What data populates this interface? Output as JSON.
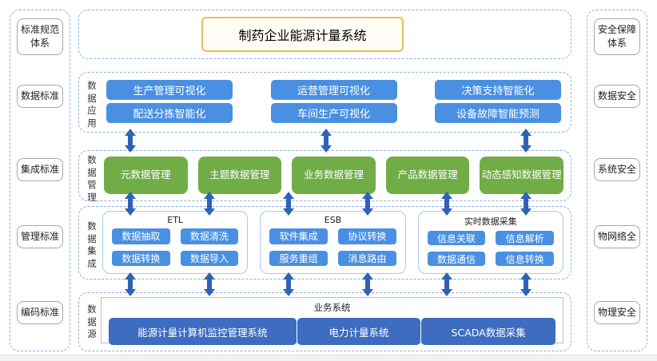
{
  "title": "制药企业能源计量系统",
  "left_panel": {
    "header": "标准规范体系",
    "items": [
      "数据标准",
      "集成标准",
      "管理标准",
      "编码标准"
    ]
  },
  "right_panel": {
    "header": "安全保障体系",
    "items": [
      "数据安全",
      "系统安全",
      "物网络全",
      "物理安全"
    ]
  },
  "rows": {
    "data_application": {
      "label": "数据应用",
      "columns": [
        [
          "生产管理可视化",
          "配送分拣智能化"
        ],
        [
          "运营管理可视化",
          "车间生产可视化"
        ],
        [
          "决策支持智能化",
          "设备故障智能预测"
        ]
      ]
    },
    "data_management": {
      "label": "数据管理",
      "items": [
        "元数据管理",
        "主题数据管理",
        "业务数据管理",
        "产品数据管理",
        "动态感知数据管理"
      ]
    },
    "data_integration": {
      "label": "数据集成",
      "groups": [
        {
          "title": "ETL",
          "items": [
            "数据抽取",
            "数据清洗",
            "数据转换",
            "数据导入"
          ]
        },
        {
          "title": "ESB",
          "items": [
            "软件集成",
            "协议转换",
            "服务重组",
            "消息路由"
          ]
        },
        {
          "title": "实时数据采集",
          "items": [
            "信息关联",
            "信息解析",
            "数据通信",
            "信息转换"
          ]
        }
      ]
    },
    "data_source": {
      "label": "数据源",
      "group_title": "业务系统",
      "items": [
        "能源计量计算机监控管理系统",
        "电力计量系统",
        "SCADA数据采集"
      ]
    }
  },
  "colors": {
    "app_box_blue": "#4a90e2",
    "management_green": "#70ad47",
    "source_dark_blue": "#3d6cc0",
    "arrow_blue": "#2f62b5",
    "dashed_border_blue": "#8ab0e0",
    "title_border_gold": "#e8bc5a"
  }
}
